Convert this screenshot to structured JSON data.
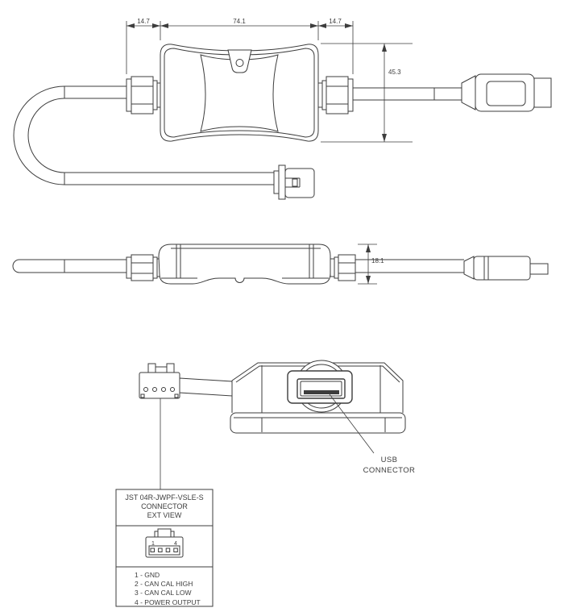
{
  "drawing": {
    "background": "#ffffff",
    "line_color": "#3d3d3d",
    "dimensions": {
      "left_gland_length": "14.7",
      "body_length": "74.1",
      "right_gland_length": "14.7",
      "body_width": "45.3",
      "side_height": "18.1"
    },
    "usb_label": {
      "line1": "USB",
      "line2": "CONNECTOR"
    },
    "callout": {
      "title_line1": "JST 04R-JWPF-VSLE-S",
      "title_line2": "CONNECTOR",
      "title_line3": "EXT VIEW",
      "pin_first_label": "1",
      "pin_last_label": "4",
      "pinout": [
        "1 - GND",
        "2 - CAN CAL HIGH",
        "3 - CAN CAL LOW",
        "4 - POWER OUTPUT"
      ]
    }
  }
}
